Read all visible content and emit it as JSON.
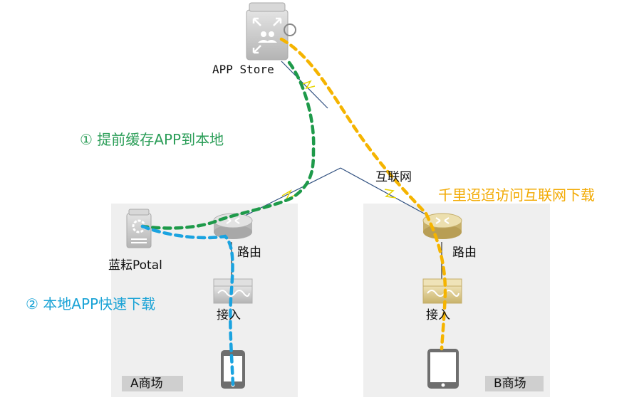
{
  "nodes": {
    "app_store": "APP Store",
    "internet": "互联网",
    "router_a": "路由",
    "portal": "蓝耘Potal",
    "access_a": "接入",
    "router_b": "路由",
    "access_b": "接入"
  },
  "zones": {
    "a": "A商场",
    "b": "B商场"
  },
  "annotations": {
    "step1": "① 提前缓存APP到本地",
    "step2": "② 本地APP快速下载",
    "remote": "千里迢迢访问互联网下载"
  },
  "colors": {
    "cache_path": "#1e9a4a",
    "local_path": "#1aa3e0",
    "remote_path": "#f5b400",
    "link_line": "#2f4f7f",
    "device_gray": "#c8c8c8",
    "device_gold": "#d8c68a",
    "zone_bg": "#efefef"
  }
}
